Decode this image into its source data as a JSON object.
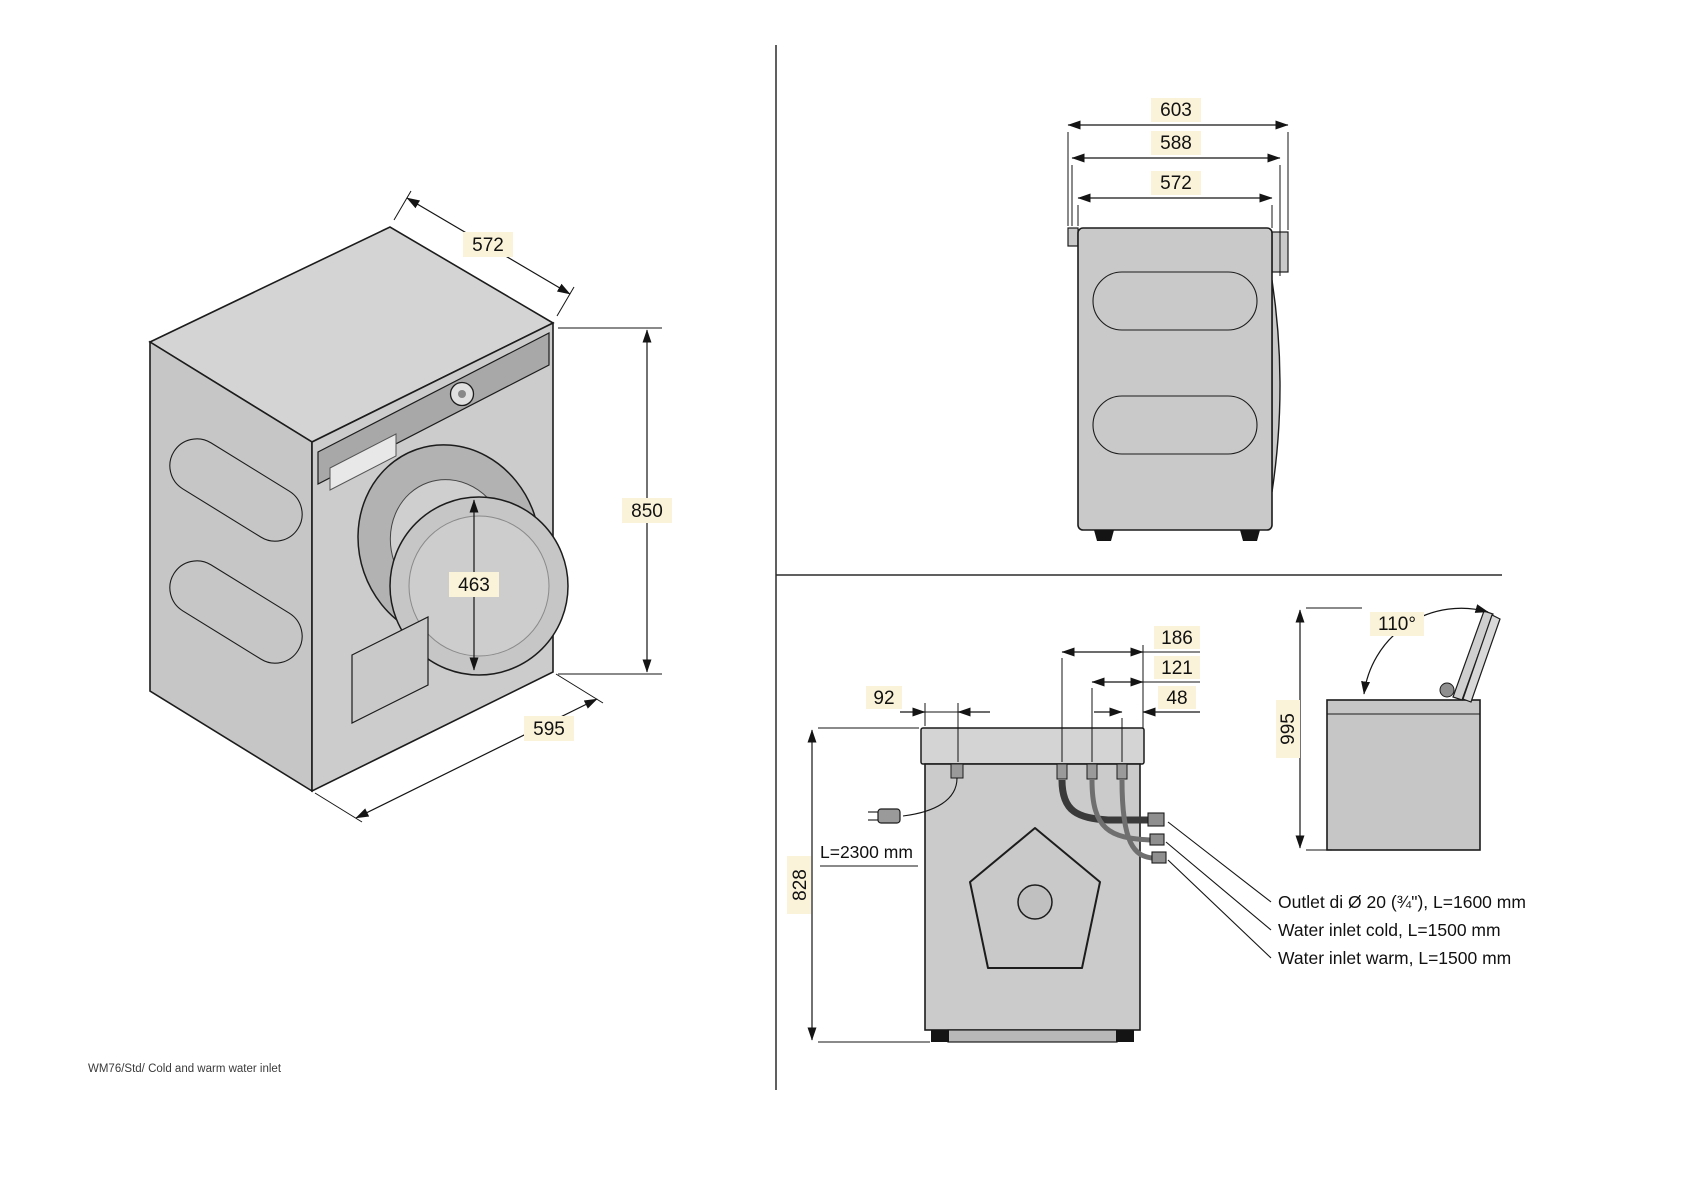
{
  "footer": {
    "label": "WM76/Std/ Cold and warm water inlet"
  },
  "isometric": {
    "depth_top": "572",
    "height": "850",
    "door_diameter": "463",
    "width": "595"
  },
  "side": {
    "depth_total": "603",
    "depth_mid": "588",
    "depth_body": "572"
  },
  "rear": {
    "cord_offset": "92",
    "offset_a": "186",
    "offset_b": "121",
    "offset_c": "48",
    "height": "828",
    "cord_length": "L=2300 mm",
    "callout_outlet": "Outlet di Ø 20 (¾\"), L=1600 mm",
    "callout_cold": "Water inlet cold, L=1500 mm",
    "callout_warm": "Water inlet warm, L=1500 mm"
  },
  "lid": {
    "angle": "110°",
    "height": "995"
  }
}
